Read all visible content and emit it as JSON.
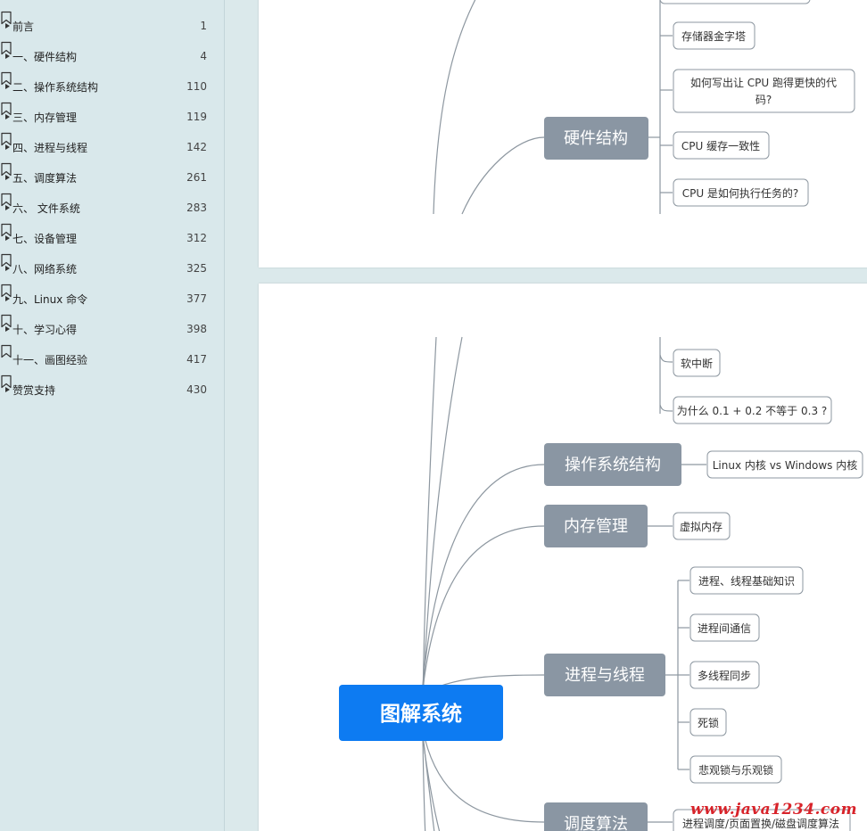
{
  "bookmarks": [
    {
      "label": "前言",
      "page": "1",
      "expandable": true
    },
    {
      "label": "一、硬件结构",
      "page": "4",
      "expandable": true
    },
    {
      "label": "二、操作系统结构",
      "page": "110",
      "expandable": true
    },
    {
      "label": "三、内存管理",
      "page": "119",
      "expandable": true
    },
    {
      "label": "四、进程与线程",
      "page": "142",
      "expandable": true
    },
    {
      "label": "五、调度算法",
      "page": "261",
      "expandable": true
    },
    {
      "label": "六、 文件系统",
      "page": "283",
      "expandable": true
    },
    {
      "label": "七、设备管理",
      "page": "312",
      "expandable": true
    },
    {
      "label": "八、网络系统",
      "page": "325",
      "expandable": true
    },
    {
      "label": "九、Linux 命令",
      "page": "377",
      "expandable": true
    },
    {
      "label": "十、学习心得",
      "page": "398",
      "expandable": true
    },
    {
      "label": "十一、画图经验",
      "page": "417",
      "expandable": false
    },
    {
      "label": "赞赏支持",
      "page": "430",
      "expandable": true
    }
  ],
  "mindmap": {
    "root": "图解系统",
    "hardware": {
      "title": "硬件结构",
      "children": [
        "存储器金字塔",
        "如何写出让 CPU 跑得更快的代",
        "码?",
        "CPU 缓存一致性",
        "CPU 是如何执行任务的?"
      ]
    },
    "hardware_tail": [
      "软中断",
      "为什么 0.1 + 0.2 不等于 0.3 ?"
    ],
    "os": {
      "title": "操作系统结构",
      "child": "Linux 内核 vs Windows 内核"
    },
    "memory": {
      "title": "内存管理",
      "child": "虚拟内存"
    },
    "process": {
      "title": "进程与线程",
      "children": [
        "进程、线程基础知识",
        "进程间通信",
        "多线程同步",
        "死锁",
        "悲观锁与乐观锁"
      ]
    },
    "sched": {
      "title": "调度算法",
      "child": "进程调度/页面置换/磁盘调度算法"
    }
  },
  "watermark": "www.java1234.com",
  "colors": {
    "root": "#0d7bf2",
    "main_node": "#8a96a3",
    "line": "#8d97a0"
  }
}
